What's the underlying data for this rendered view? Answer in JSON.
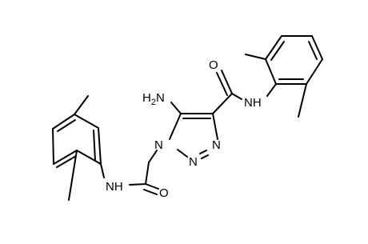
{
  "molecule": {
    "atom_labels": {
      "amino": "H2N",
      "amino_h": "H",
      "amino_sub": "2",
      "amino_n": "N",
      "amide_nh_right": "NH",
      "amide_o_right": "O",
      "ring_n1": "N",
      "ring_n2": "N",
      "ring_n3": "N",
      "amide_nh_left": "NH",
      "amide_o_left": "O"
    }
  }
}
